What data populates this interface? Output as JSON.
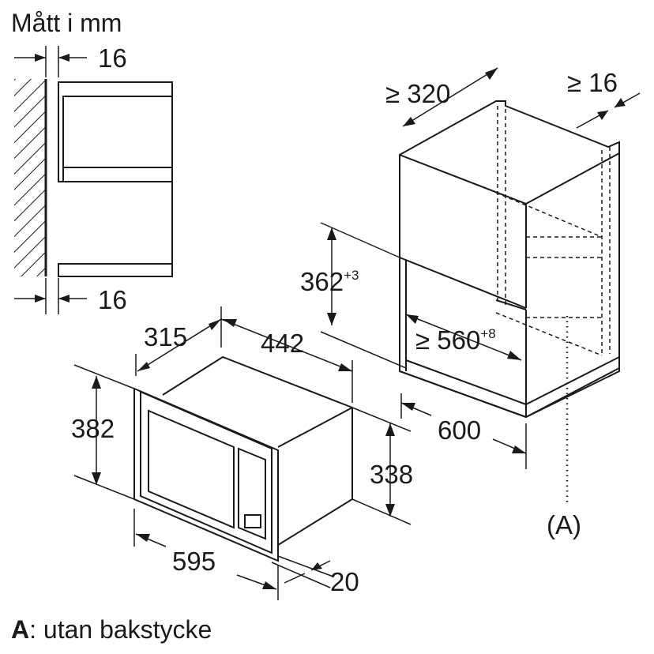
{
  "title": "Mått i mm",
  "footnote": {
    "key": "A",
    "text": ": utan bakstycke"
  },
  "callout": "(A)",
  "dimensions": {
    "side_top": "16",
    "side_bottom": "16",
    "cabinet_depth": "≥ 320",
    "cabinet_gap": "≥ 16",
    "niche_height": "362",
    "niche_height_tol": "+3",
    "niche_width": "≥ 560",
    "niche_width_tol": "+8",
    "cabinet_width": "600",
    "oven_depth": "315",
    "oven_body_width": "442",
    "frame_height": "382",
    "body_height": "338",
    "frame_width": "595",
    "frame_depth": "20"
  }
}
